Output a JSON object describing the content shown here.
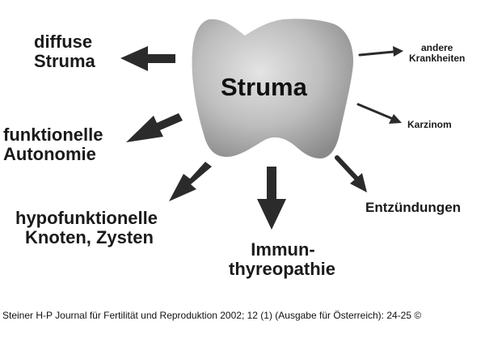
{
  "center": {
    "label": "Struma"
  },
  "nodes": {
    "diffuse_struma": [
      "diffuse",
      "Struma"
    ],
    "funktionelle_autonomie": [
      "funktionelle",
      "Autonomie"
    ],
    "hypofunktionelle": [
      "hypofunktionelle",
      "Knoten, Zysten"
    ],
    "immunthyreopathie": [
      "Immun-",
      "thyreopathie"
    ],
    "entzuendungen": "Entzündungen",
    "karzinom": "Karzinom",
    "andere_krankheiten": [
      "andere",
      "Krankheiten"
    ]
  },
  "caption": "Steiner H-P Journal für Fertilität und Reproduktion 2002; 12 (1) (Ausgabe für Österreich): 24-25 ©",
  "colors": {
    "arrow": "#2b2b2b",
    "gland_light": "#dcdcdc",
    "gland_dark": "#8a8a8a"
  }
}
